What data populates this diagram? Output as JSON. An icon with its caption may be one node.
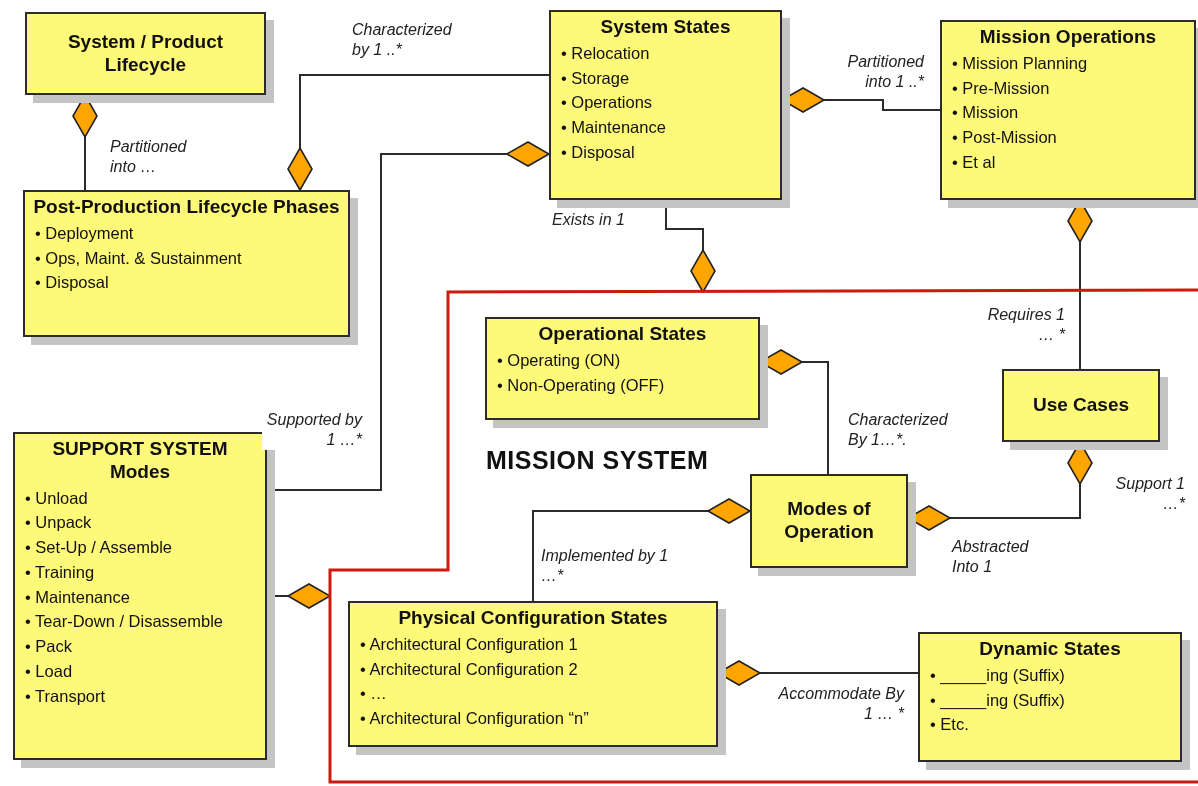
{
  "diagram": {
    "nodes": [
      {
        "text": [
          "System / Product Lifecycle"
        ]
      },
      {
        "text": [
          "Post-Production Lifecycle Phases",
          "• Deployment",
          "• Ops, Maint. & Sustainment",
          "• Disposal"
        ]
      },
      {
        "text": [
          "System States",
          "• Relocation",
          "• Storage",
          "• Operations",
          "• Maintenance",
          "• Disposal"
        ]
      },
      {
        "text": [
          "Mission Operations",
          "• Mission Planning",
          "• Pre-Mission",
          "• Mission",
          "• Post-Mission",
          "• Et al"
        ]
      },
      {
        "text": [
          "MISSION SYSTEM"
        ]
      },
      {
        "text": [
          "Operational States",
          "• Operating (ON)",
          "• Non-Operating (OFF)"
        ],
        "in": 4
      },
      {
        "text": [
          "Use Cases"
        ],
        "in": 4
      },
      {
        "text": [
          "Modes of Operation"
        ],
        "in": 4
      },
      {
        "text": [
          "Physical Configuration States",
          "• Architectural Configuration 1",
          "• Architectural Configuration 2",
          "• …",
          "• Architectural Configuration “n”"
        ],
        "in": 4
      },
      {
        "text": [
          "Dynamic States",
          "• _____ing (Suffix)",
          "• _____ing (Suffix)",
          "• Etc."
        ],
        "in": 4
      },
      {
        "text": [
          "SUPPORT SYSTEM Modes",
          "• Unload",
          "• Unpack",
          "• Set-Up / Assemble",
          "• Training",
          "• Maintenance",
          "• Tear-Down / Disassemble",
          "• Pack",
          "• Load",
          "• Transport"
        ]
      }
    ],
    "edges": [
      {
        "from": 0,
        "to": 1,
        "arrow": "other",
        "label": "Partitioned into …"
      },
      {
        "from": 1,
        "to": 2,
        "arrow": "other",
        "label": "Characterized by 1 ..*"
      },
      {
        "from": 2,
        "to": 3,
        "arrow": "other",
        "label": "Partitioned into 1 ..*"
      },
      {
        "from": 2,
        "to": 10,
        "arrow": "other",
        "label": "Supported by 1 …*"
      },
      {
        "from": 4,
        "to": 2,
        "arrow": "other",
        "label": "Exists in 1"
      },
      {
        "from": 3,
        "to": 6,
        "arrow": "other",
        "label": "Requires 1 … *"
      },
      {
        "from": 4,
        "to": 10,
        "arrow": "other"
      },
      {
        "from": 5,
        "to": 7,
        "arrow": "other",
        "label": "Characterized By 1…*."
      },
      {
        "from": 7,
        "to": 8,
        "arrow": "other",
        "label": "Implemented by 1 …*"
      },
      {
        "from": 7,
        "to": 6,
        "arrow": "other",
        "label": "Abstracted Into 1"
      },
      {
        "from": 8,
        "to": 9,
        "arrow": "other",
        "label": "Accommodate By 1 … *"
      }
    ],
    "labels": [
      "Support 1 …*"
    ]
  }
}
